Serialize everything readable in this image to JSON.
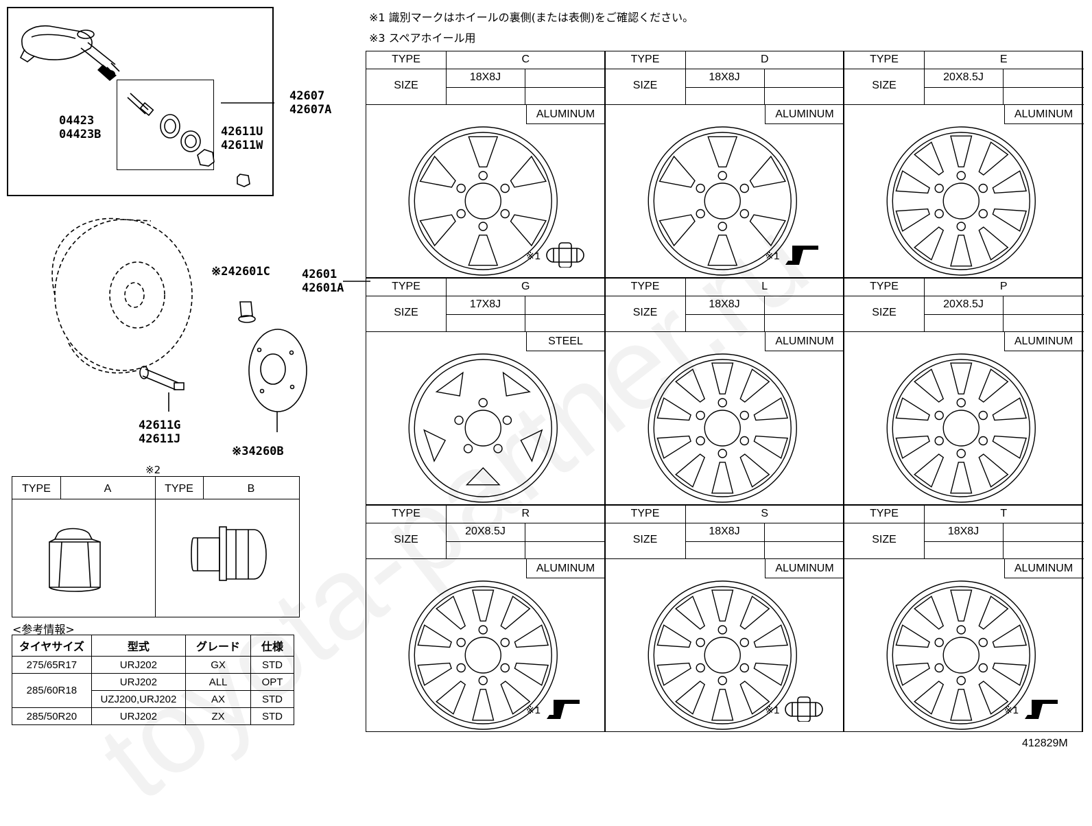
{
  "notes": {
    "note1": "※1 識別マークはホイールの裏側(または表側)をご確認ください。",
    "note3": "※3 スペアホイール用"
  },
  "parts": {
    "p42607": "42607",
    "p42607A": "42607A",
    "p04423": "04423",
    "p04423B": "04423B",
    "p42611U": "42611U",
    "p42611W": "42611W",
    "p42601C": "※242601C",
    "p42601": "42601",
    "p42601A": "42601A",
    "p42611G": "42611G",
    "p42611J": "42611J",
    "p4260B": "※34260B"
  },
  "nut_table": {
    "caption": "※2",
    "type_label": "TYPE",
    "col_a": "A",
    "col_b": "B"
  },
  "reference": {
    "title": "<参考情報>",
    "headers": [
      "タイヤサイズ",
      "型式",
      "グレード",
      "仕様"
    ],
    "rows": [
      [
        "275/65R17",
        "URJ202",
        "GX",
        "STD"
      ],
      [
        "285/60R18",
        "URJ202",
        "ALL",
        "OPT"
      ],
      [
        "",
        "UZJ200,URJ202",
        "AX",
        "STD"
      ],
      [
        "285/50R20",
        "URJ202",
        "ZX",
        "STD"
      ]
    ]
  },
  "wheel_labels": {
    "type": "TYPE",
    "size": "SIZE",
    "mark": "※1"
  },
  "wheels": [
    {
      "type": "C",
      "size": "18X8J",
      "material": "ALUMINUM",
      "mark": "valve"
    },
    {
      "type": "D",
      "size": "18X8J",
      "material": "ALUMINUM",
      "mark": "stud"
    },
    {
      "type": "E",
      "size": "20X8.5J",
      "material": "ALUMINUM",
      "mark": ""
    },
    {
      "type": "G",
      "size": "17X8J",
      "material": "STEEL",
      "mark": ""
    },
    {
      "type": "L",
      "size": "18X8J",
      "material": "ALUMINUM",
      "mark": ""
    },
    {
      "type": "P",
      "size": "20X8.5J",
      "material": "ALUMINUM",
      "mark": ""
    },
    {
      "type": "R",
      "size": "20X8.5J",
      "material": "ALUMINUM",
      "mark": "stud"
    },
    {
      "type": "S",
      "size": "18X8J",
      "material": "ALUMINUM",
      "mark": "valve"
    },
    {
      "type": "T",
      "size": "18X8J",
      "material": "ALUMINUM",
      "mark": "stud"
    }
  ],
  "diagram_id": "412829M",
  "watermark": "toyota-partner.ru"
}
